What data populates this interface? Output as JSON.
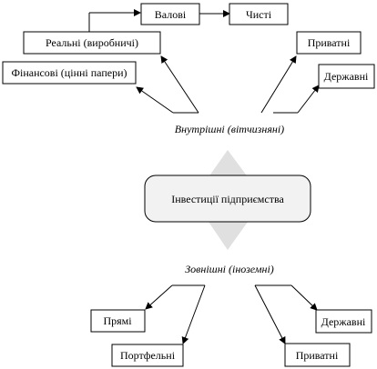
{
  "diagram": {
    "center": "Інвестиції підприємства",
    "internal": {
      "label": "Внутрішні (вітчизняні)",
      "real": "Реальні (виробничі)",
      "gross": "Валові",
      "net": "Чисті",
      "financial": "Фінансові (цінні папери)",
      "private": "Приватні",
      "state": "Державні"
    },
    "external": {
      "label": "Зовнішні (іноземні)",
      "direct": "Прямі",
      "portfolio": "Портфельні",
      "private": "Приватні",
      "state": "Державні"
    },
    "colors": {
      "diamond": "#e0e0e0",
      "center_box": "#f2f2f2",
      "line": "#000000"
    }
  }
}
